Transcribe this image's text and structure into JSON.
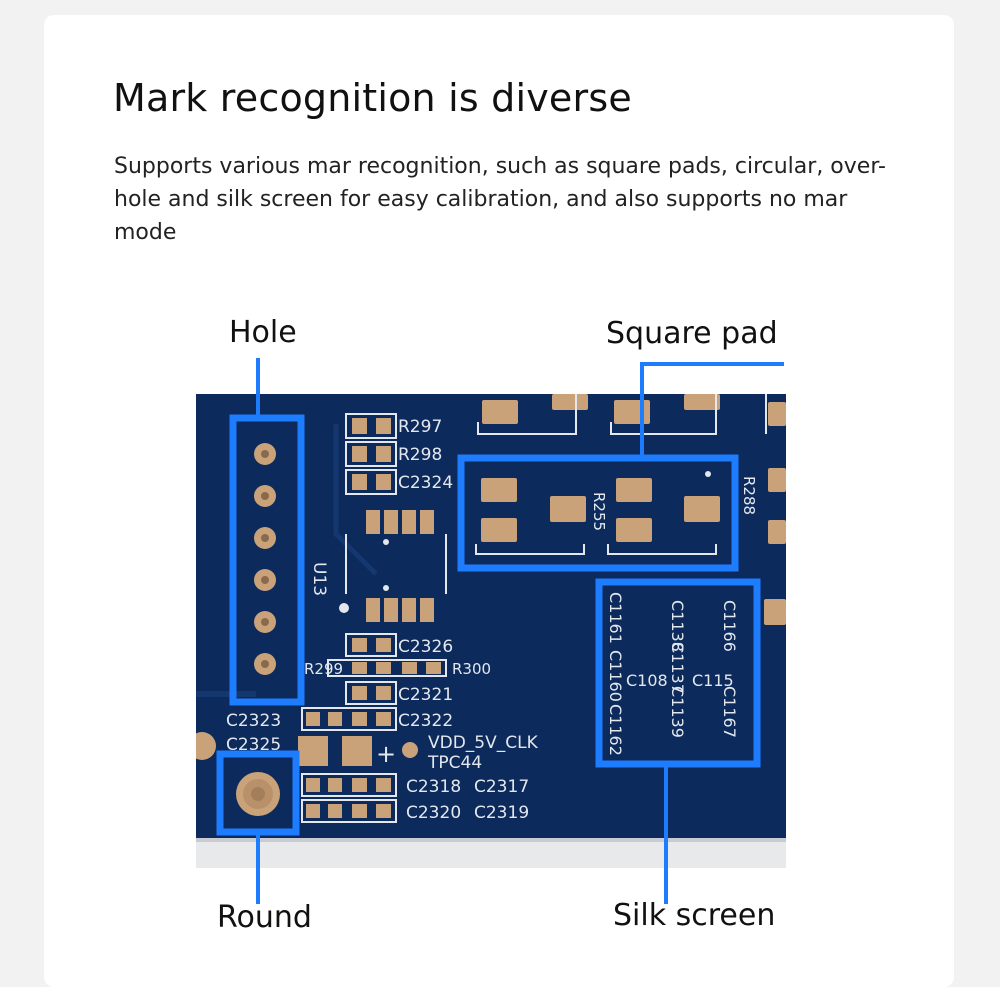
{
  "header": {
    "title": "Mark recognition is diverse",
    "description": "Supports various mar recognition, such as square pads, circular, over-hole and silk screen for easy calibration, and also supports no mar mode"
  },
  "callouts": {
    "hole": "Hole",
    "square_pad": "Square pad",
    "round": "Round",
    "silk_screen": "Silk screen"
  },
  "board": {
    "refs": {
      "r297": "R297",
      "r298": "R298",
      "c2324": "C2324",
      "u13": "U13",
      "c2326": "C2326",
      "r299": "R299",
      "r300": "R300",
      "c2321": "C2321",
      "c2322": "C2322",
      "c2323": "C2323",
      "c2325": "C2325",
      "vdd": "VDD_5V_CLK",
      "tpc44": "TPC44",
      "c2318": "C2318",
      "c2317": "C2317",
      "c2320": "C2320",
      "c2319": "C2319",
      "r255": "R255",
      "r288": "R288",
      "c1161": "C1161",
      "c1160": "C1160",
      "c1162": "C1162",
      "c1138": "C1138",
      "c1137": "C1137",
      "c1139": "C1139",
      "c1108": "C108",
      "c1115": "C115",
      "c1166": "C1166",
      "c1167": "C1167"
    }
  },
  "colors": {
    "board": "#0c2a5c",
    "pad": "#c9a27a",
    "silk": "#e4e8ee",
    "highlight": "#1e7cff",
    "callout_text": "#111111"
  }
}
